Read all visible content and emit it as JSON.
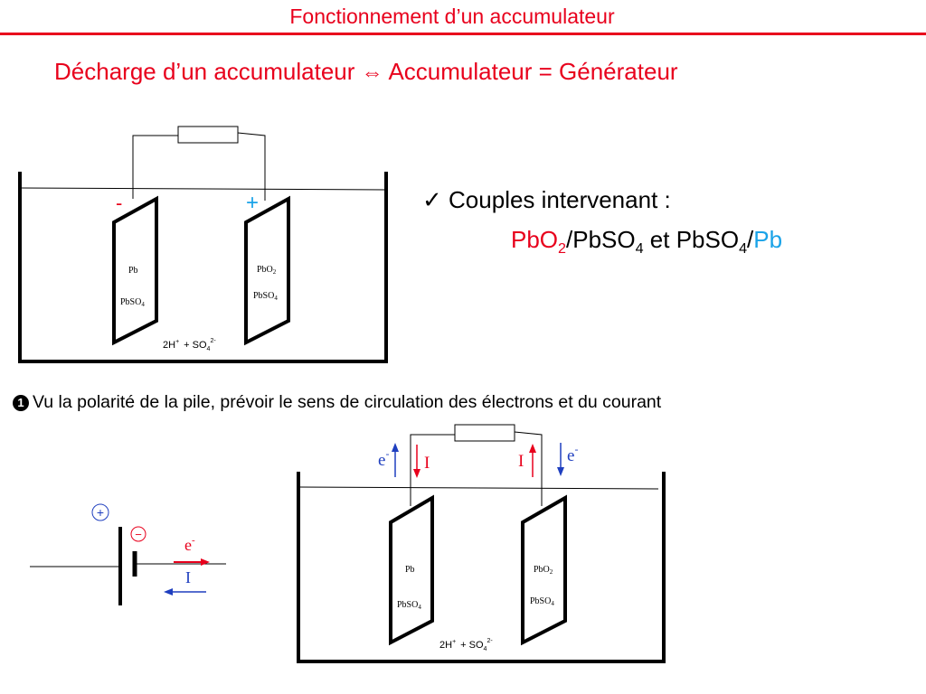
{
  "title": "Fonctionnement d’un accumulateur",
  "subtitle": {
    "left": "Décharge d’un accumulateur",
    "arrow_icon": "left-right-arrow",
    "right": "Accumulateur = Générateur"
  },
  "couples": {
    "check_icon": "checkmark",
    "label": "Couples intervenant  :",
    "pbo": "PbO",
    "two": "2",
    "pbso_a": "/PbSO",
    "four_a": "4",
    "et": " et PbSO",
    "four_b": "4",
    "slash": "/",
    "pb": "Pb"
  },
  "question": {
    "bullet": "1",
    "text": "Vu la polarité de la pile, prévoir le sens de circulation des électrons et du courant"
  },
  "diagram1": {
    "minus": "-",
    "plus": "+",
    "left_plate_top": "Pb",
    "left_plate_bottom_base": "PbSO",
    "left_plate_bottom_sub": "4",
    "right_plate_top_base": "PbO",
    "right_plate_top_sub": "2",
    "right_plate_bottom_base": "PbSO",
    "right_plate_bottom_sub": "4",
    "electrolyte_a": "2H",
    "electrolyte_a_sup": "+",
    "electrolyte_b": "+ SO",
    "electrolyte_b_sub": "4",
    "electrolyte_b_sup": "2-"
  },
  "diagram2": {
    "e_left": "e",
    "e_left_sup": "-",
    "i_left": "I",
    "i_right": "I",
    "e_right": "e",
    "e_right_sup": "-",
    "left_plate_top": "Pb",
    "left_plate_bottom_base": "PbSO",
    "left_plate_bottom_sub": "4",
    "right_plate_top_base": "PbO",
    "right_plate_top_sub": "2",
    "right_plate_bottom_base": "PbSO",
    "right_plate_bottom_sub": "4",
    "electrolyte_a": "2H",
    "electrolyte_a_sup": "+",
    "electrolyte_b": "+ SO",
    "electrolyte_b_sub": "4",
    "electrolyte_b_sup": "2-"
  },
  "cell_symbol": {
    "plus": "+",
    "minus": "−",
    "e": "e",
    "e_sup": "-",
    "i": "I"
  },
  "colors": {
    "accent_red": "#e8001c",
    "cyan": "#1aa3e8",
    "blue": "#1f3fbf"
  }
}
